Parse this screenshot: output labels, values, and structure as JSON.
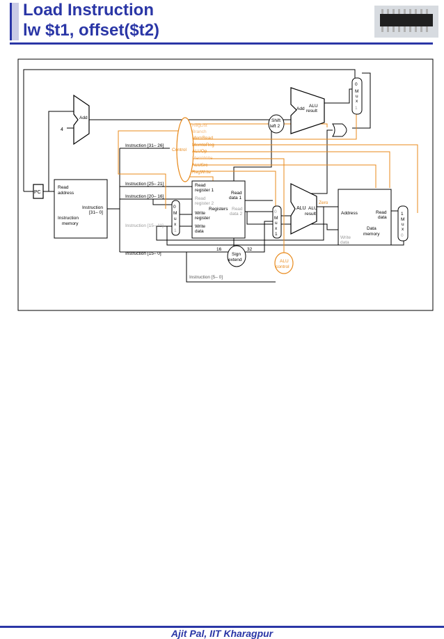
{
  "title": {
    "line1": "Load Instruction",
    "line2": "lw $t1, offset($t2)"
  },
  "footer": "Ajit Pal, IIT Kharagpur",
  "colors": {
    "title": "#2a36a6",
    "control": "#e8891a",
    "wire": "#000000",
    "inactive": "#9a9a9a",
    "shadow": "#6b6b6b"
  },
  "labels": {
    "pc": "PC",
    "add": "Add",
    "four": "4",
    "control": "Control",
    "instr_31_26": "Instruction [31– 26]",
    "instr_25_21": "Instruction [25– 21]",
    "instr_20_16": "Instruction [20– 16]",
    "instr_15_11": "Instruction [15– 11]",
    "instr_15_0": "Instruction [15– 0]",
    "instr_5_0": "Instruction [5– 0]",
    "shift_1": "Shift",
    "shift_2": "left 2",
    "alu_add": "Add",
    "alu_result_1": "ALU",
    "alu_result_2": "result",
    "mux_top_0": "0",
    "mux_top_1": "1",
    "sixteen": "16",
    "thirtytwo": "32",
    "sign_1": "Sign",
    "sign_2": "extend",
    "alu_control_1": "ALU",
    "alu_control_2": "control",
    "zero": "Zero",
    "alu": "ALU",
    "registers": "Registers",
    "mux_letters": [
      "M",
      "u",
      "x"
    ]
  },
  "instruction_memory": {
    "read_address_1": "Read",
    "read_address_2": "address",
    "instruction_1": "Instruction",
    "instruction_2": "[31– 0]",
    "memory_1": "Instruction",
    "memory_2": "memory"
  },
  "register_file": {
    "read_reg1_1": "Read",
    "read_reg1_2": "register 1",
    "read_reg2_1": "Read",
    "read_reg2_2": "register 2",
    "write_reg_1": "Write",
    "write_reg_2": "register",
    "write_data_1": "Write",
    "write_data_2": "data",
    "read_data1_1": "Read",
    "read_data1_2": "data 1",
    "read_data2_1": "Read",
    "read_data2_2": "data 2"
  },
  "data_memory": {
    "address": "Address",
    "read_data_1": "Read",
    "read_data_2": "data",
    "write_data_1": "Write",
    "write_data_2": "data",
    "memory_1": "Data",
    "memory_2": "memory"
  },
  "control_signals": [
    {
      "label": "RegDst",
      "active": false
    },
    {
      "label": "Branch",
      "active": false
    },
    {
      "label": "MemRead",
      "active": true
    },
    {
      "label": "MemtoReg",
      "active": true
    },
    {
      "label": "ALUOp",
      "active": true
    },
    {
      "label": "MemWrite",
      "active": false
    },
    {
      "label": "ALUSrc",
      "active": true
    },
    {
      "label": "RegWrite",
      "active": true
    }
  ]
}
